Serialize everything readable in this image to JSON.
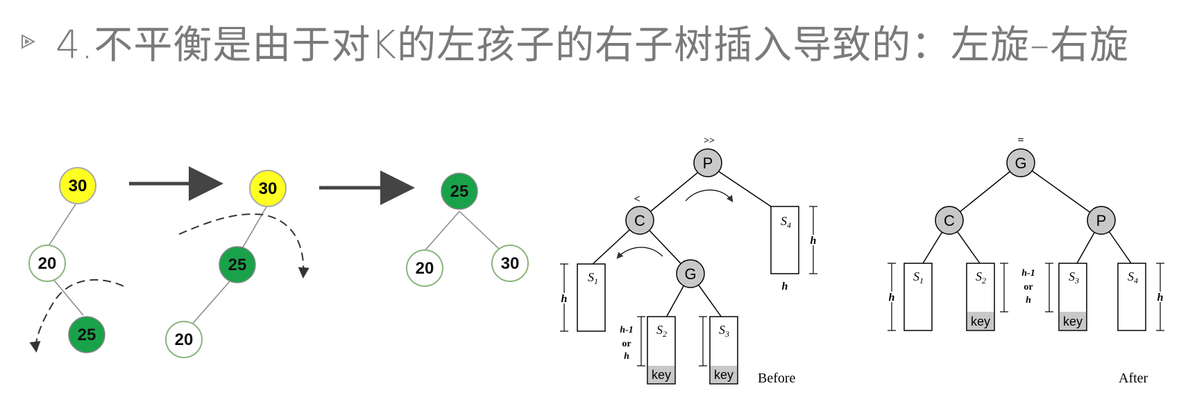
{
  "title": "4.不平衡是由于对K的左孩子的右子树插入导致的：左旋–右旋",
  "left_example": {
    "step1": {
      "root": "30",
      "mid": "20",
      "leaf": "25"
    },
    "step2": {
      "root": "30",
      "mid": "25",
      "leaf": "20"
    },
    "step3": {
      "root": "25",
      "left": "20",
      "right": "30"
    }
  },
  "before": {
    "caption": "Before",
    "p_mark": ">>",
    "c_mark": "<",
    "nodes": {
      "p": "P",
      "c": "C",
      "g": "G"
    },
    "s1": "S",
    "s1_sub": "1",
    "s2": "S",
    "s2_sub": "2",
    "s3": "S",
    "s3_sub": "3",
    "s4": "S",
    "s4_sub": "4",
    "key": "key",
    "h": "h",
    "h_minus": "h-1",
    "or": "or"
  },
  "after": {
    "caption": "After",
    "g_mark": "=",
    "nodes": {
      "g": "G",
      "c": "C",
      "p": "P"
    },
    "s1": "S",
    "s1_sub": "1",
    "s2": "S",
    "s2_sub": "2",
    "s3": "S",
    "s3_sub": "3",
    "s4": "S",
    "s4_sub": "4",
    "key": "key",
    "h": "h",
    "h_minus": "h-1",
    "or": "or"
  },
  "colors": {
    "yellow": "#ffff22",
    "green": "#1aa24a",
    "gray_node": "#c8c8c8",
    "title": "#7a7a7a"
  }
}
